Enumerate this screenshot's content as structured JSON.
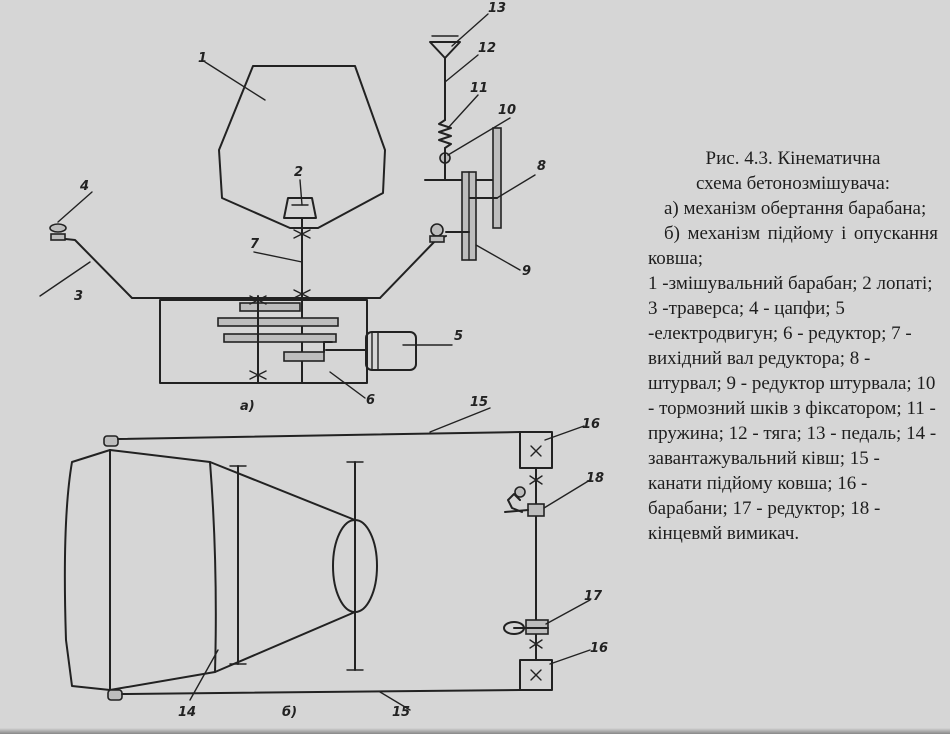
{
  "caption": {
    "title_line1": "Рис. 4.3. Кінематична",
    "title_line2": "схема бетонозмішувача:",
    "item_a": "а) механізм обертання барабана;",
    "item_b": "б) механізм підйому і опускання ковша;",
    "legend": "1 -змішувальний барабан; 2 лопаті; 3 -траверса; 4 - цапфи; 5 -електродвигун; 6 - редуктор; 7 - вихідний вал редуктора; 8 - штурвал; 9 - редуктор штурвала; 10 - тормозний шків з фіксатором; 11 - пружина; 12 - тяга; 13 - педаль; 14 - завантажувальний ківш; 15 - канати підйому ковша; 16 - барабани; 17 - редуктор; 18 - кінцевмй вимикач."
  },
  "diagram": {
    "label_a": "а)",
    "label_b": "б)",
    "n1": "1",
    "n2": "2",
    "n3": "3",
    "n4": "4",
    "n5": "5",
    "n6": "6",
    "n7": "7",
    "n8": "8",
    "n9": "9",
    "n10": "10",
    "n11": "11",
    "n12": "12",
    "n13": "13",
    "n14": "14",
    "n15a": "15",
    "n15b": "15",
    "n16a": "16",
    "n16b": "16",
    "n17": "17",
    "n18": "18"
  }
}
